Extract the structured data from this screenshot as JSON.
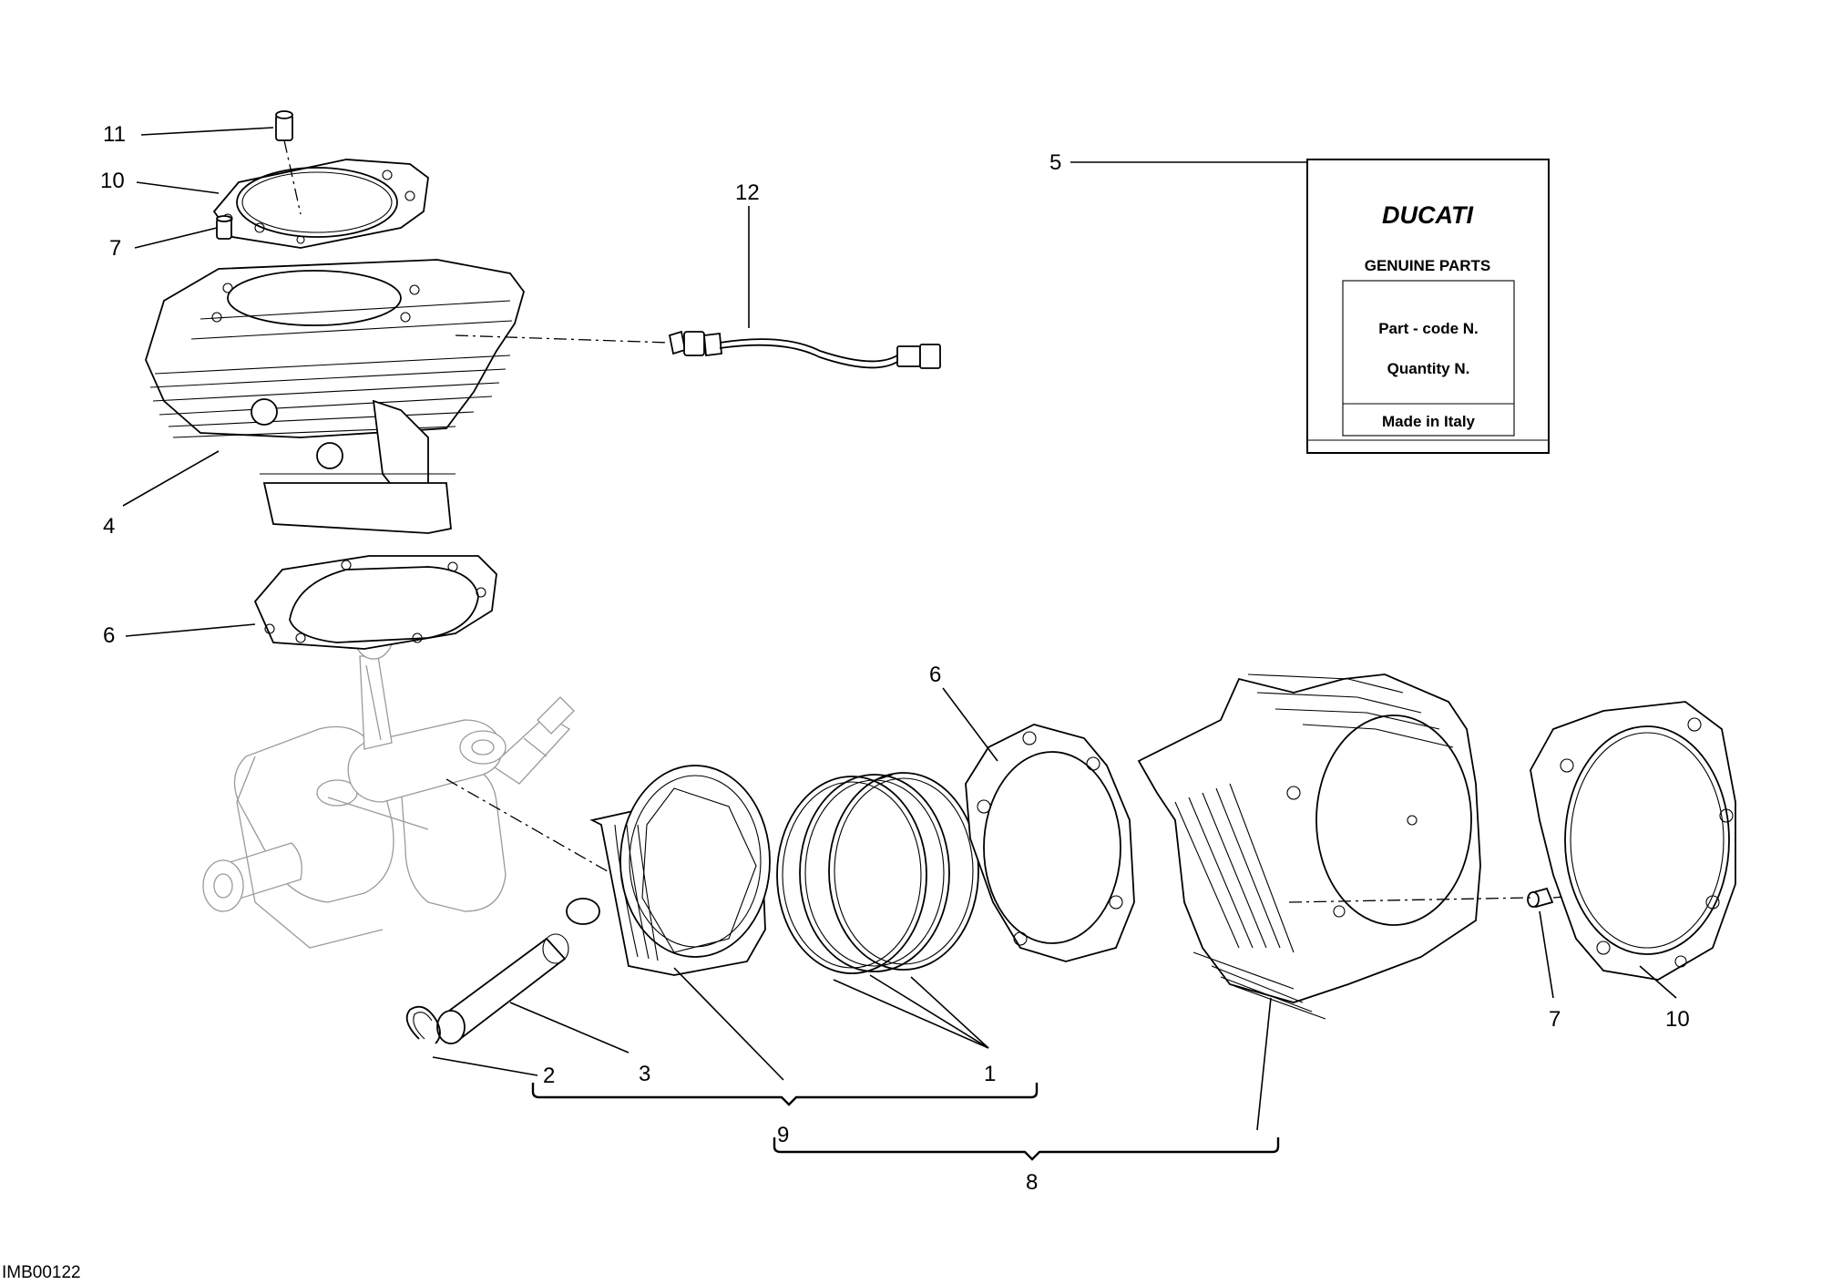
{
  "callouts": {
    "n1": "1",
    "n2": "2",
    "n3": "3",
    "n4": "4",
    "n5": "5",
    "n6a": "6",
    "n6b": "6",
    "n7a": "7",
    "n7b": "7",
    "n8": "8",
    "n9": "9",
    "n10a": "10",
    "n10b": "10",
    "n11": "11",
    "n12": "12"
  },
  "label_card": {
    "brand": "DUCATI",
    "subtitle": "GENUINE PARTS",
    "part_code": "Part - code N.",
    "quantity": "Quantity N.",
    "origin": "Made in Italy"
  },
  "image_code": "IMB00122"
}
